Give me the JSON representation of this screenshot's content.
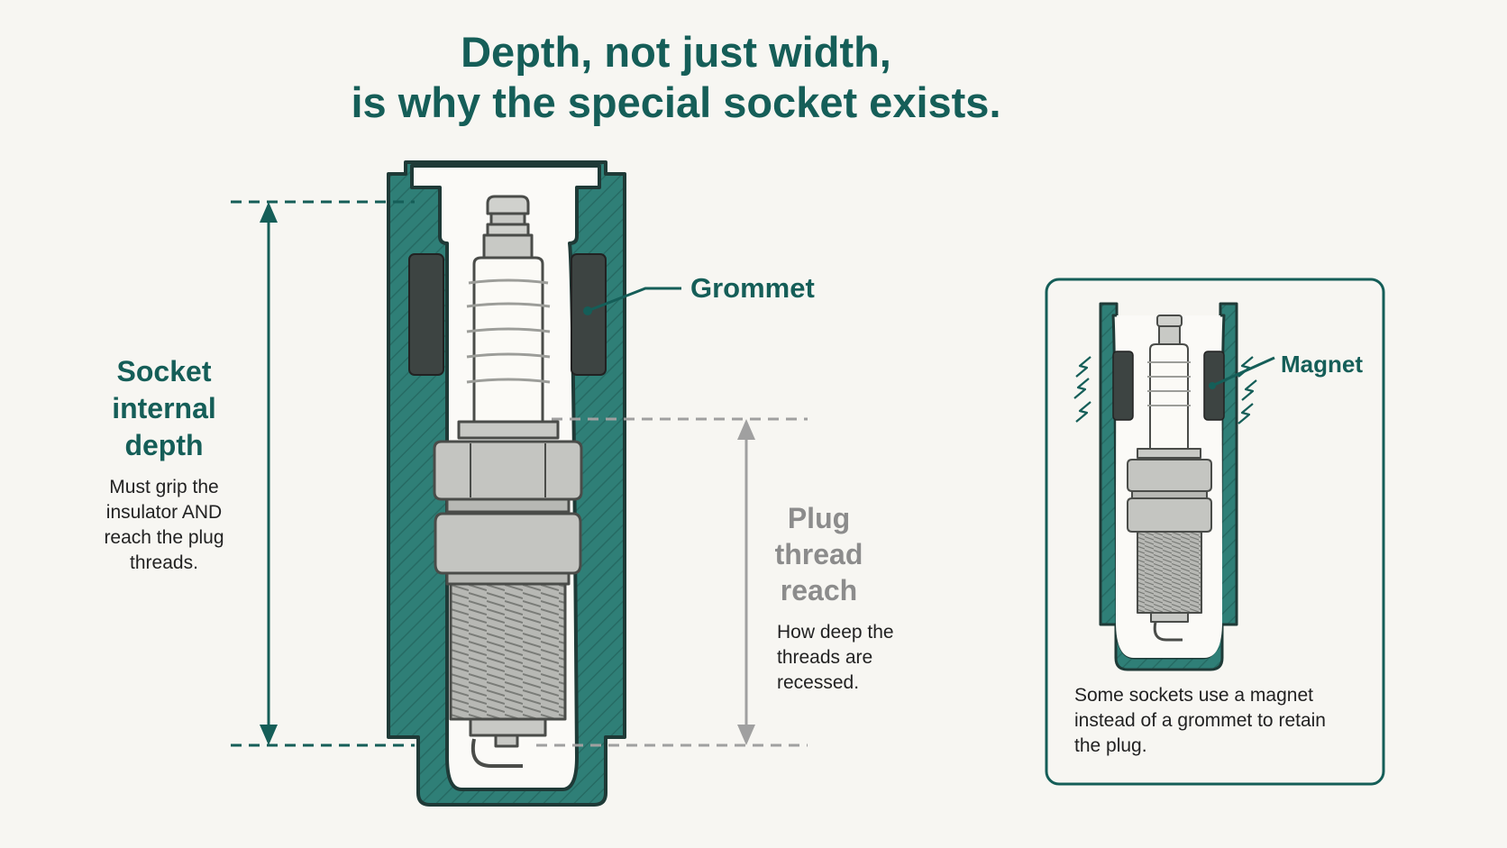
{
  "title": {
    "line1": "Depth, not just width,",
    "line2": "is why the special socket exists."
  },
  "labels": {
    "socket_depth": {
      "title_lines": [
        "Socket",
        "internal",
        "depth"
      ],
      "description": "Must grip the insulator AND reach the plug threads."
    },
    "grommet": "Grommet",
    "plug_reach": {
      "title_lines": [
        "Plug",
        "thread",
        "reach"
      ],
      "description": "How deep the threads are recessed."
    },
    "magnet": "Magnet",
    "inset_caption": "Some sockets use a magnet instead of a grommet to retain the plug."
  },
  "colors": {
    "teal": "#155e58",
    "socket_fill": "#2f7f77",
    "grommet": "#3d4442",
    "gray_dim": "#a0a0a0",
    "metal": "#c4c5c1",
    "ceramic": "#fbfaf6",
    "background": "#f7f6f2"
  },
  "icons": [
    "spark-plug-icon",
    "magnetic-field-icon",
    "dimension-arrow-icon"
  ]
}
